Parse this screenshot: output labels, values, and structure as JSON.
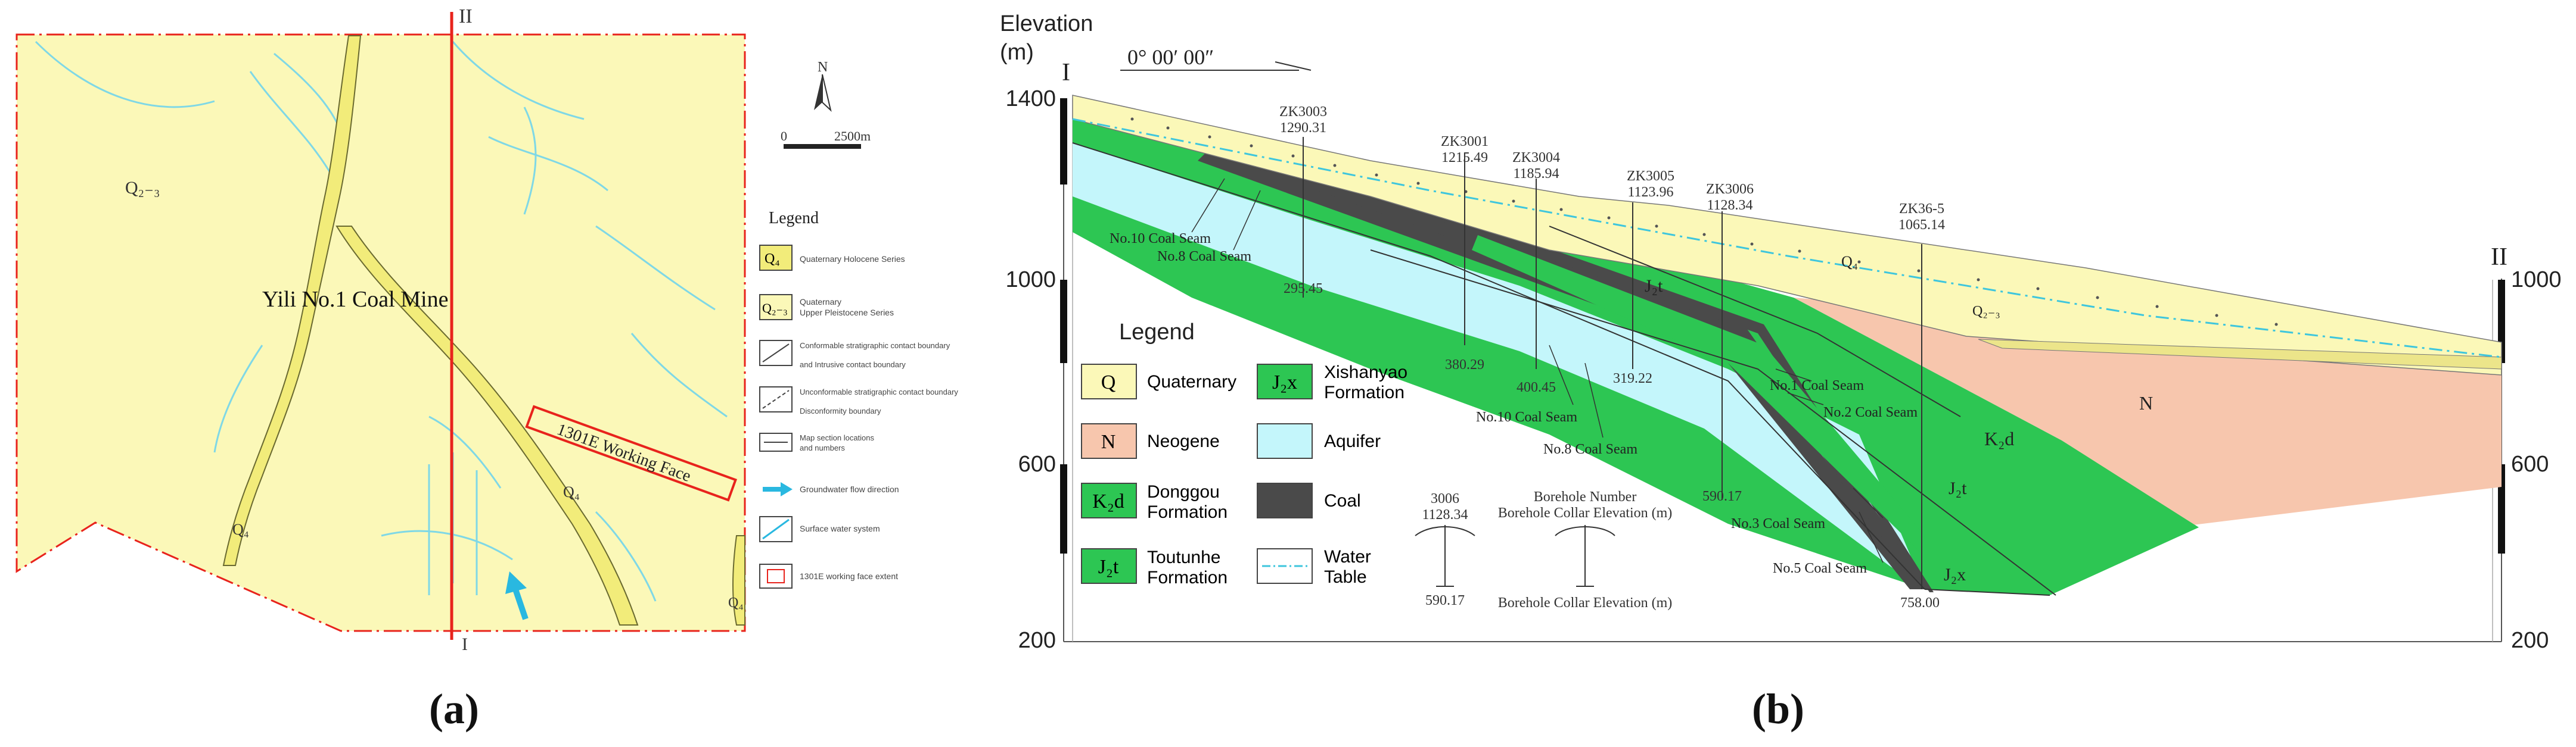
{
  "panel_a": {
    "caption": "(a)",
    "section_top": "II",
    "section_bottom": "I",
    "mine_label": "Yili No.1 Coal Mine",
    "working_face": "1301E Working Face",
    "unit_q23": "Q₂₋₃",
    "unit_q4_a": "Q₄",
    "unit_q4_b": "Q₄",
    "unit_q4_c": "Q₄",
    "north": "N",
    "scale_start": "0",
    "scale_end": "2500m",
    "legend_title": "Legend",
    "legend": [
      {
        "sym": "Q₄",
        "text": "Quaternary Holocene Series",
        "text2": ""
      },
      {
        "sym": "Q₂₋₃",
        "text": "Quaternary",
        "text2": "Upper Pleistocene Series"
      },
      {
        "sym": "",
        "text": "Conformable stratigraphic contact boundary",
        "text2": "and Intrusive contact boundary"
      },
      {
        "sym": "",
        "text": "Unconformable stratigraphic contact boundary",
        "text2": "Disconformity boundary"
      },
      {
        "sym": "",
        "text": "Map section locations",
        "text2": "and numbers"
      },
      {
        "sym": "",
        "text": "Groundwater flow direction",
        "text2": ""
      },
      {
        "sym": "",
        "text": "Surface water system",
        "text2": ""
      },
      {
        "sym": "",
        "text": "1301E working face extent",
        "text2": ""
      }
    ]
  },
  "panel_b": {
    "caption": "(b)",
    "elevation_label": "Elevation",
    "elevation_unit": "(m)",
    "section_left": "I",
    "section_right": "II",
    "bearing": "0° 00′ 00″",
    "left_ticks": [
      "1400",
      "1000",
      "600",
      "200"
    ],
    "right_ticks": [
      "1000",
      "600",
      "200"
    ],
    "boreholes": [
      {
        "id": "ZK3003",
        "collar": "1290.31",
        "bottom": "295.45"
      },
      {
        "id": "ZK3001",
        "collar": "1215.49",
        "bottom": "380.29"
      },
      {
        "id": "ZK3004",
        "collar": "1185.94",
        "bottom": "400.45"
      },
      {
        "id": "ZK3005",
        "collar": "1123.96",
        "bottom": "319.22"
      },
      {
        "id": "ZK3006",
        "collar": "1128.34",
        "bottom": "590.17"
      },
      {
        "id": "ZK36-5",
        "collar": "1065.14",
        "bottom": "758.00"
      }
    ],
    "seam_labels": {
      "no10_upper": "No.10 Coal Seam",
      "no8_upper": "No.8 Coal Seam",
      "no10_lower": "No.10 Coal Seam",
      "no8_lower": "No.8 Coal Seam",
      "no1": "No.1 Coal Seam",
      "no2": "No.2 Coal Seam",
      "no3": "No.3 Coal Seam",
      "no5": "No.5 Coal Seam"
    },
    "unit_labels": {
      "q_a": "Q₄",
      "q_b": "Q₂₋₃",
      "j2t_a": "J₂t",
      "k2d": "K₂d",
      "j2t_b": "J₂t",
      "j2x": "J₂x",
      "n": "N"
    },
    "legend_title": "Legend",
    "legend": [
      {
        "sym": "Q",
        "text": "Quaternary",
        "text2": ""
      },
      {
        "sym": "N",
        "text": "Neogene",
        "text2": ""
      },
      {
        "sym": "K₂d",
        "text": "Donggou",
        "text2": "Formation"
      },
      {
        "sym": "J₂t",
        "text": "Toutunhe",
        "text2": "Formation"
      },
      {
        "sym": "J₂x",
        "text": "Xishanyao",
        "text2": "Formation"
      },
      {
        "sym": "",
        "text": "Aquifer",
        "text2": ""
      },
      {
        "sym": "",
        "text": "Coal",
        "text2": ""
      },
      {
        "sym": "",
        "text": "Water",
        "text2": "Table"
      }
    ],
    "borehole_key": {
      "id": "3006",
      "collar": "1128.34",
      "bottom": "590.17",
      "label_number": "Borehole Number",
      "label_collar": "Borehole Collar Elevation (m)",
      "label_bottom": "Borehole Collar Elevation (m)"
    }
  },
  "colors": {
    "quaternary": "#fbf8b8",
    "neogene": "#f7c6ad",
    "green": "#2dc653",
    "aquifer": "#c4f6fb",
    "coal": "#4a4a4a",
    "section_line": "#e8231c",
    "river": "#f2ec7a",
    "surface_water": "#7fd8e6"
  }
}
